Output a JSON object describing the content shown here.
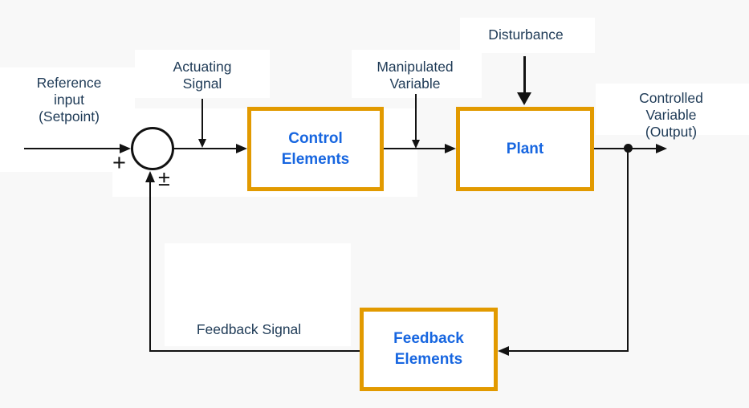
{
  "diagram": {
    "blocks": {
      "control": {
        "label": "Control\nElements"
      },
      "plant": {
        "label": "Plant"
      },
      "feedback": {
        "label": "Feedback\nElements"
      }
    },
    "labels": {
      "reference_input": "Reference\ninput\n(Setpoint)",
      "actuating_signal": "Actuating\nSignal",
      "manipulated_variable": "Manipulated\nVariable",
      "disturbance": "Disturbance",
      "controlled_variable": "Controlled\nVariable (Output)",
      "feedback_signal": "Feedback Signal",
      "summing_plus": "+",
      "summing_plus_minus": "±"
    },
    "colors": {
      "block_border": "#E29A00",
      "block_label_text": "#1766E0",
      "annotation_text": "#1E3A56",
      "line": "#121212",
      "background": "#F8F8F8",
      "block_fill": "#FFFFFF"
    }
  }
}
